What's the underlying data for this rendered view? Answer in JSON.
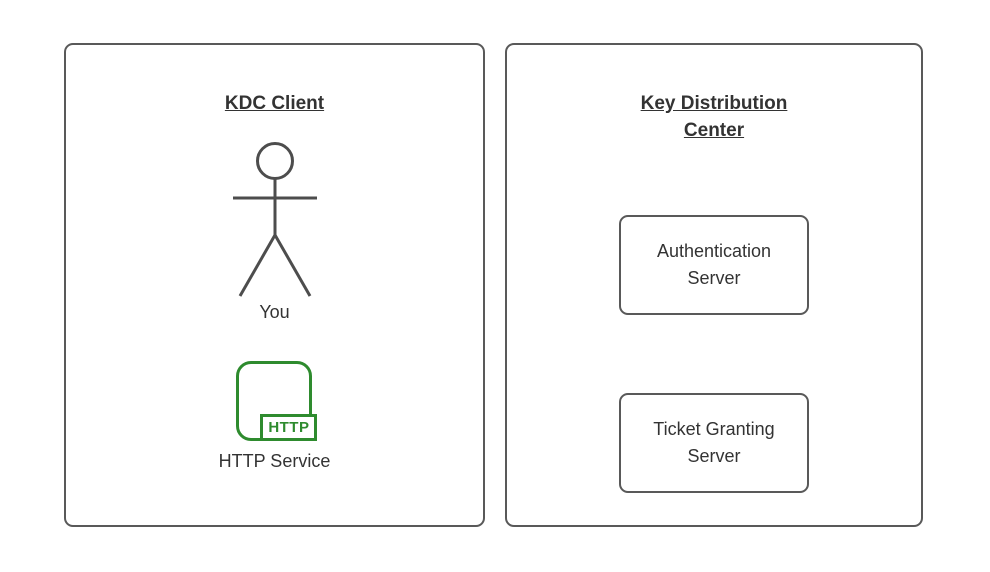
{
  "diagram": {
    "client_panel": {
      "title": "KDC Client",
      "actor": {
        "icon": "stick-figure-actor-icon",
        "label": "You"
      },
      "service": {
        "icon": "http-service-icon",
        "badge": "HTTP",
        "label": "HTTP Service"
      }
    },
    "kdc_panel": {
      "title": "Key Distribution Center",
      "servers": [
        {
          "label": "Authentication Server"
        },
        {
          "label": "Ticket Granting Server"
        }
      ]
    },
    "colors": {
      "panel_border": "#595959",
      "node_border": "#595959",
      "actor_stroke": "#4d4d4d",
      "text": "#333333",
      "http_green": "#2e8b2e",
      "background": "#ffffff"
    }
  }
}
